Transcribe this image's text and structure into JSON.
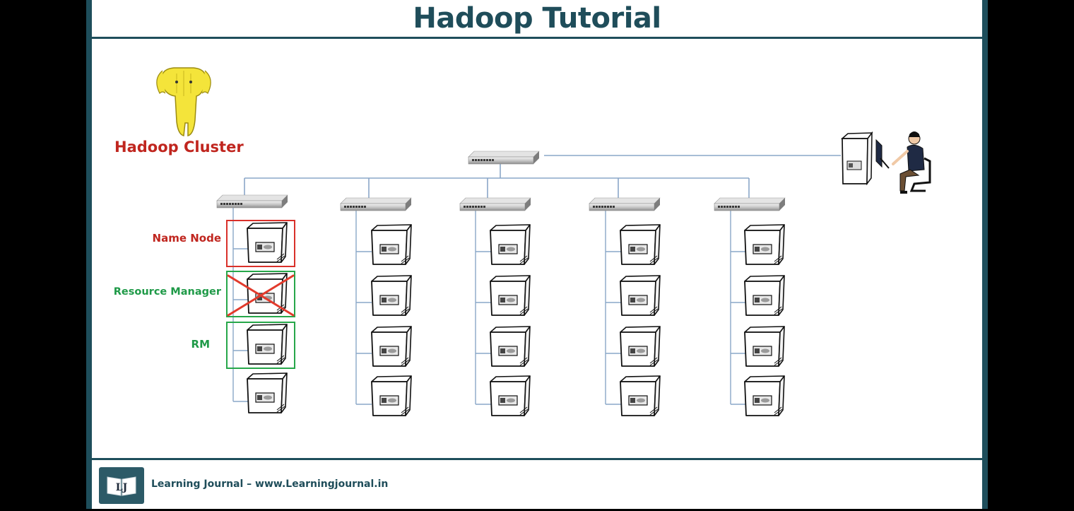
{
  "title": "Hadoop Tutorial",
  "cluster_label": "Hadoop Cluster",
  "node_roles": {
    "name_node": "Name Node",
    "resource_manager": "Resource Manager",
    "rm": "RM"
  },
  "footer": {
    "logo_text": "LJ",
    "credit": "Learning Journal – www.Learningjournal.in"
  },
  "colors": {
    "title": "#1f4d5a",
    "name_node_box": "#d9302a",
    "resource_manager_box": "#27a74a",
    "failed_cross": "#e23a2c",
    "network_line": "#8aa7c8"
  },
  "racks": [
    {
      "switch": "switch-icon",
      "servers": 4
    },
    {
      "switch": "switch-icon",
      "servers": 4
    },
    {
      "switch": "switch-icon",
      "servers": 4
    },
    {
      "switch": "switch-icon",
      "servers": 4
    },
    {
      "switch": "switch-icon",
      "servers": 4
    }
  ],
  "resource_manager_failed": true
}
